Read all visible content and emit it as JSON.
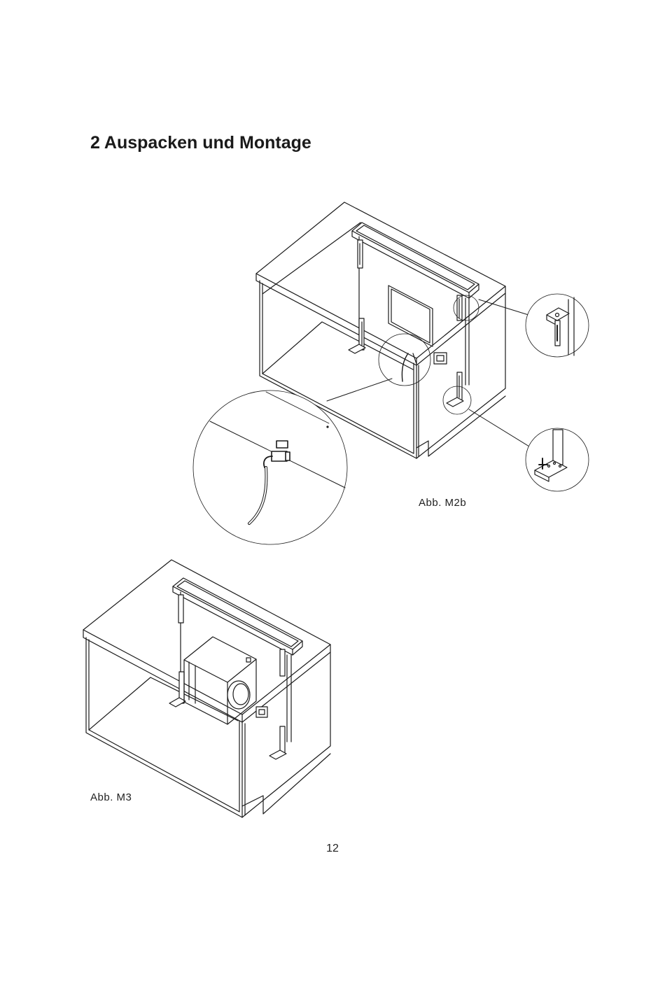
{
  "page": {
    "heading": "2 Auspacken und Montage",
    "page_number": "12"
  },
  "figures": {
    "m2b": {
      "caption": "Abb. M2b"
    },
    "m3": {
      "caption": "Abb. M3"
    }
  }
}
